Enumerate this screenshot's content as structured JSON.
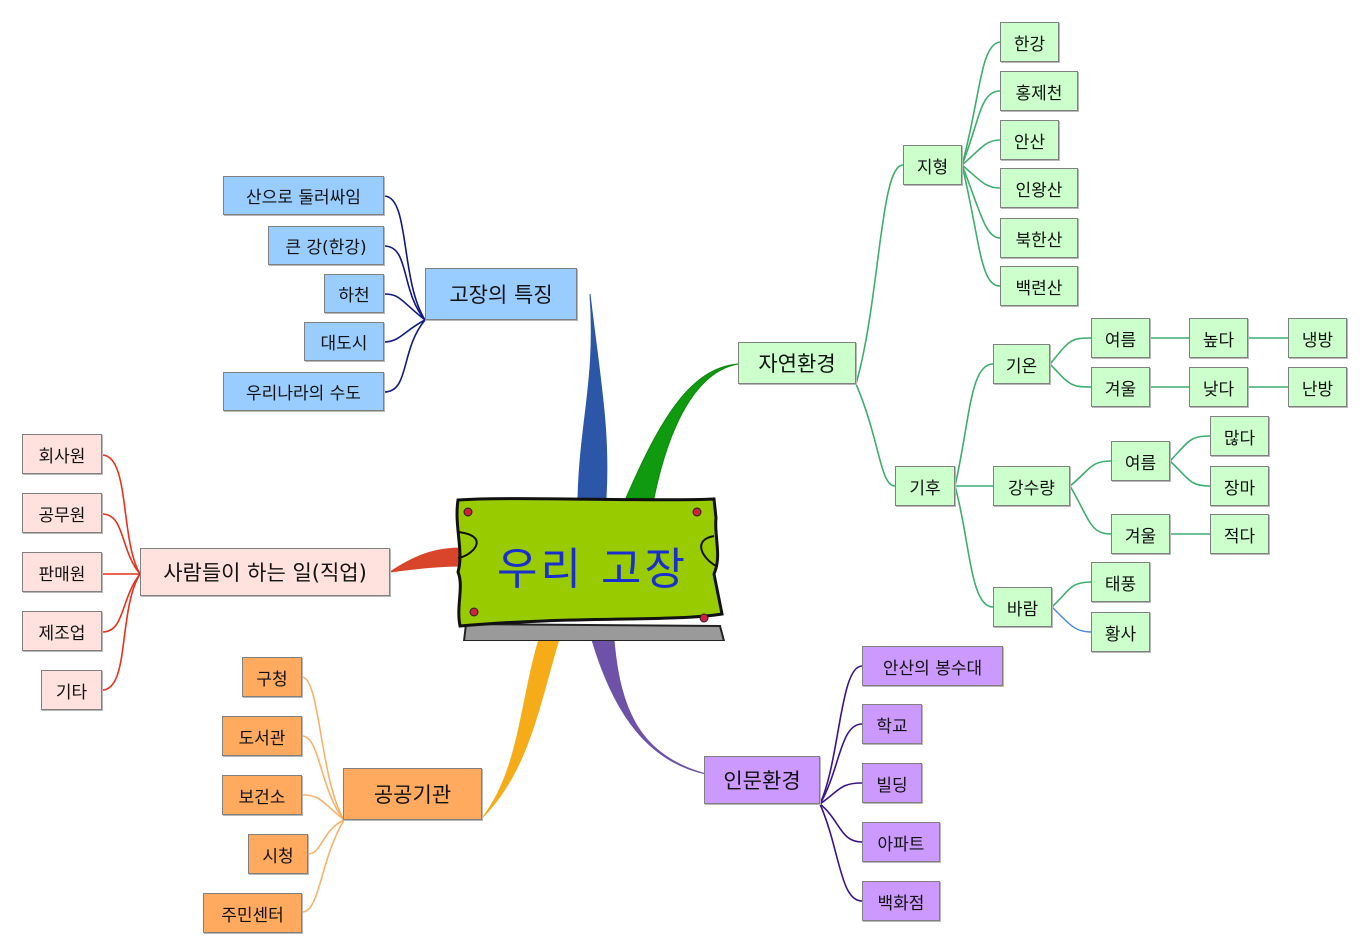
{
  "center": {
    "title": "우리 고장"
  },
  "branches": {
    "features": {
      "label": "고장의 특징",
      "items": [
        "산으로 둘러싸임",
        "큰 강(한강)",
        "하천",
        "대도시",
        "우리나라의 수도"
      ]
    },
    "jobs": {
      "label": "사람들이 하는 일(직업)",
      "items": [
        "회사원",
        "공무원",
        "판매원",
        "제조업",
        "기타"
      ]
    },
    "public": {
      "label": "공공기관",
      "items": [
        "구청",
        "도서관",
        "보건소",
        "시청",
        "주민센터"
      ]
    },
    "nature": {
      "label": "자연환경",
      "terrain": {
        "label": "지형",
        "items": [
          "한강",
          "홍제천",
          "안산",
          "인왕산",
          "북한산",
          "백련산"
        ]
      },
      "climate": {
        "label": "기후",
        "temperature": {
          "label": "기온",
          "summer": {
            "label": "여름",
            "state": "높다",
            "result": "냉방"
          },
          "winter": {
            "label": "겨울",
            "state": "낮다",
            "result": "난방"
          }
        },
        "rainfall": {
          "label": "강수량",
          "summer": {
            "label": "여름",
            "items": [
              "많다",
              "장마"
            ]
          },
          "winter": {
            "label": "겨울",
            "items": [
              "적다"
            ]
          }
        },
        "wind": {
          "label": "바람",
          "items": [
            "태풍",
            "황사"
          ]
        }
      }
    },
    "human": {
      "label": "인문환경",
      "items": [
        "안산의 봉수대",
        "학교",
        "빌딩",
        "아파트",
        "백화점"
      ]
    }
  },
  "colors": {
    "features": "#1f4fa8",
    "jobs": "#d84a2a",
    "public": "#f5a623",
    "nature": "#0a9a0a",
    "nature_sub": "#3cae6e",
    "human": "#6b4aa8",
    "feature_children": "#101a80",
    "job_children": "#e8301a",
    "public_children": "#f5b26b",
    "human_children": "#3a1488"
  }
}
